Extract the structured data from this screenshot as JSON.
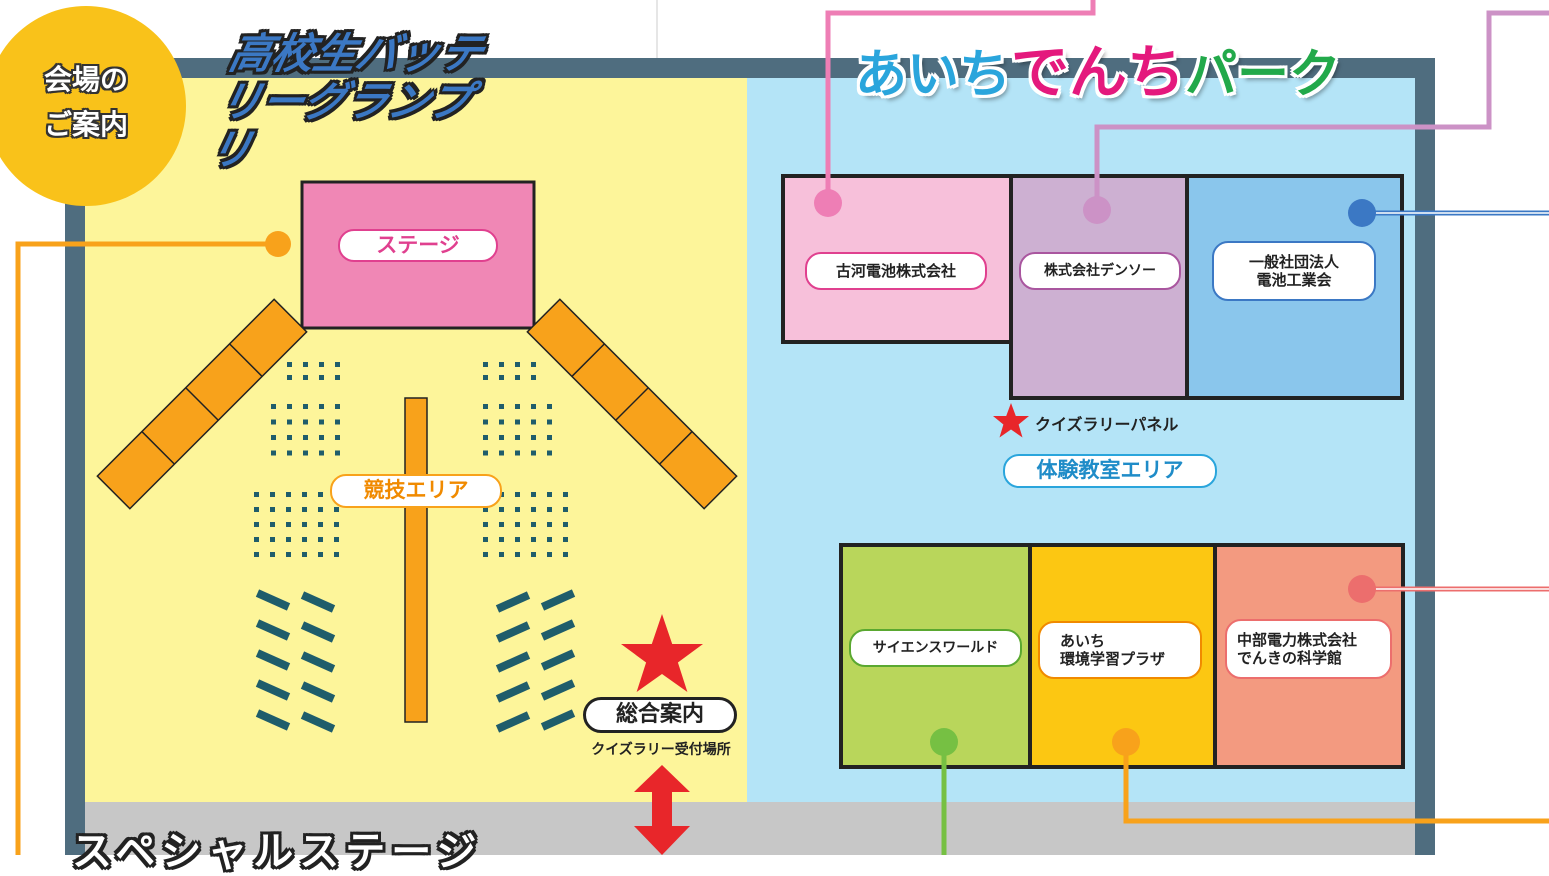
{
  "badge": {
    "text": "会場の\nご案内"
  },
  "logos": {
    "battery_gp": "高校生バッテリーグランプリ",
    "denchi_park": {
      "part1": "あいち",
      "part2": "でんち",
      "part3": "パーク"
    }
  },
  "areas": {
    "stage": "ステージ",
    "competition": "競技エリア",
    "classroom": "体験教室エリア",
    "special_stage": "スペシャルステージ"
  },
  "booths": [
    {
      "name": "古河電池株式会社"
    },
    {
      "name": "株式会社デンソー"
    },
    {
      "name": "一般社団法人\n電池工業会"
    },
    {
      "name": "サイエンスワールド"
    },
    {
      "name": "あいち\n環境学習プラザ"
    },
    {
      "name": "中部電力株式会社\nでんきの科学館"
    }
  ],
  "info": {
    "label": "総合案内",
    "sub": "クイズラリー受付場所"
  },
  "quiz_panel": {
    "label": "クイズラリーパネル"
  },
  "colors": {
    "yellow_area": "#fdf59a",
    "blue_area": "#b4e4f7",
    "wall": "#4f6d7f",
    "orange": "#f8a21b",
    "pink": "#ee7eb5",
    "purple": "#cc92c6",
    "blue": "#3b78c4",
    "salmon": "#ec6e6d",
    "green": "#76c043",
    "seat": "#1f5d6b"
  }
}
